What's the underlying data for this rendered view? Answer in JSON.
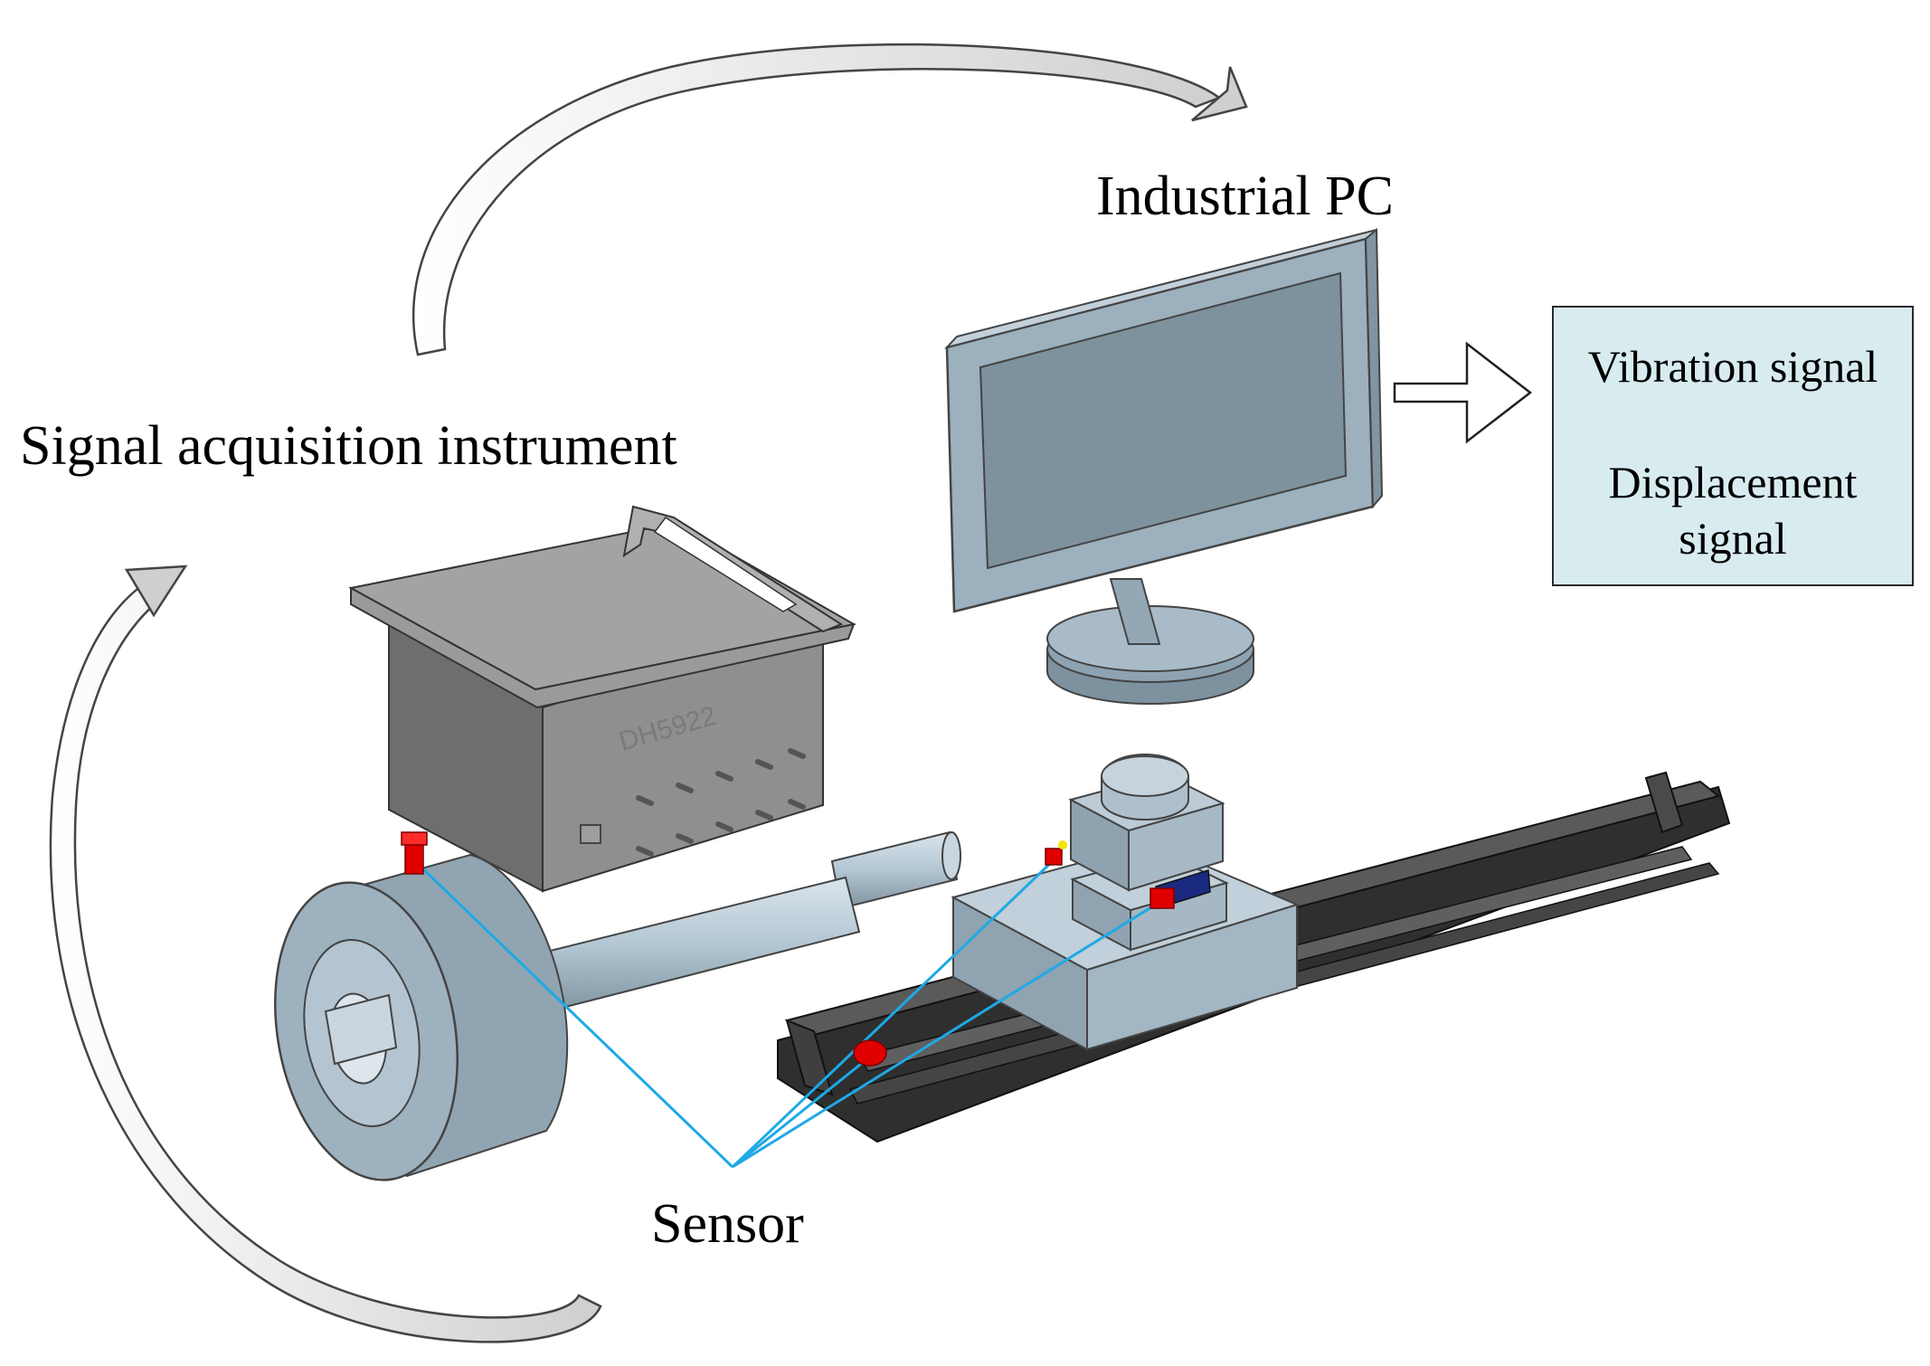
{
  "labels": {
    "signal_acquisition": "Signal acquisition instrument",
    "industrial_pc": "Industrial PC",
    "sensor": "Sensor",
    "instrument_marking": "DH5922"
  },
  "output_box": {
    "line1": "Vibration signal",
    "line2": "Displacement",
    "line3": "signal"
  },
  "colors": {
    "output_box_fill": "#d8ecf0",
    "sensor_red": "#e00000",
    "sensor_line_blue": "#1fa9e6",
    "monitor_body": "#a7b8c5",
    "monitor_screen": "#7e929d",
    "instrument_body": "#8f8f8f",
    "rail": "#3a3a3a",
    "shaft": "#b3c6d3"
  }
}
